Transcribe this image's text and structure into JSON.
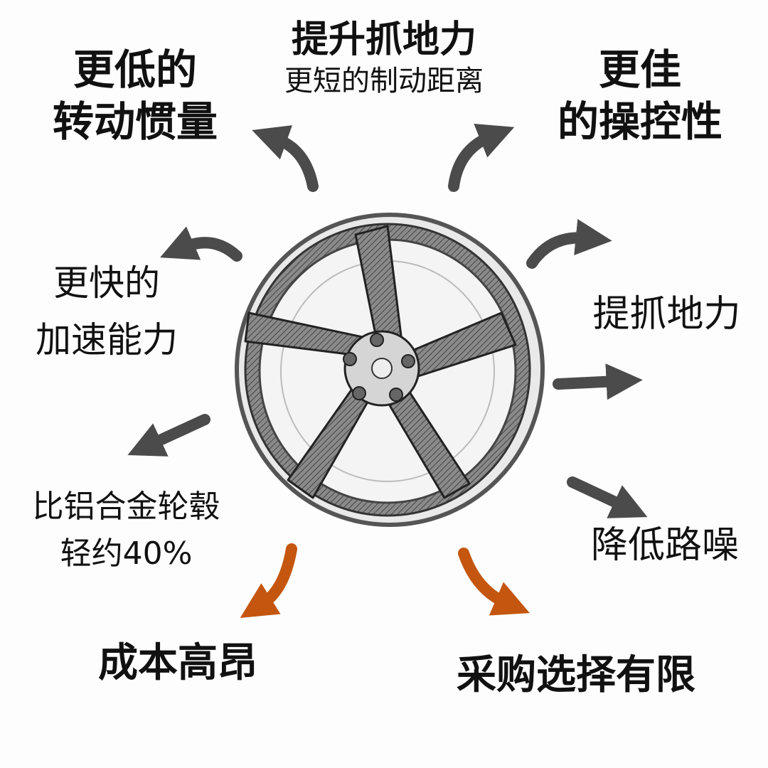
{
  "title": "碳纤维轮毂优缺点",
  "labels": {
    "inertia": [
      "更低的",
      "转动惯量"
    ],
    "grip_braking": {
      "title": "提升抓地力",
      "subtitle": "更短的制动距离"
    },
    "handling": [
      "更佳",
      "的操控性"
    ],
    "acceleration": [
      "更快的",
      "加速能力"
    ],
    "grip": "提抓地力",
    "weight": [
      "比铝合金轮毂",
      "轻约40%"
    ],
    "noise": "降低路噪",
    "cost": "成本高昂",
    "choices": "采购选择有限"
  },
  "colors": {
    "pro_arrow": "#4b4b4b",
    "con_arrow": "#c4560f",
    "text": "#111111"
  }
}
